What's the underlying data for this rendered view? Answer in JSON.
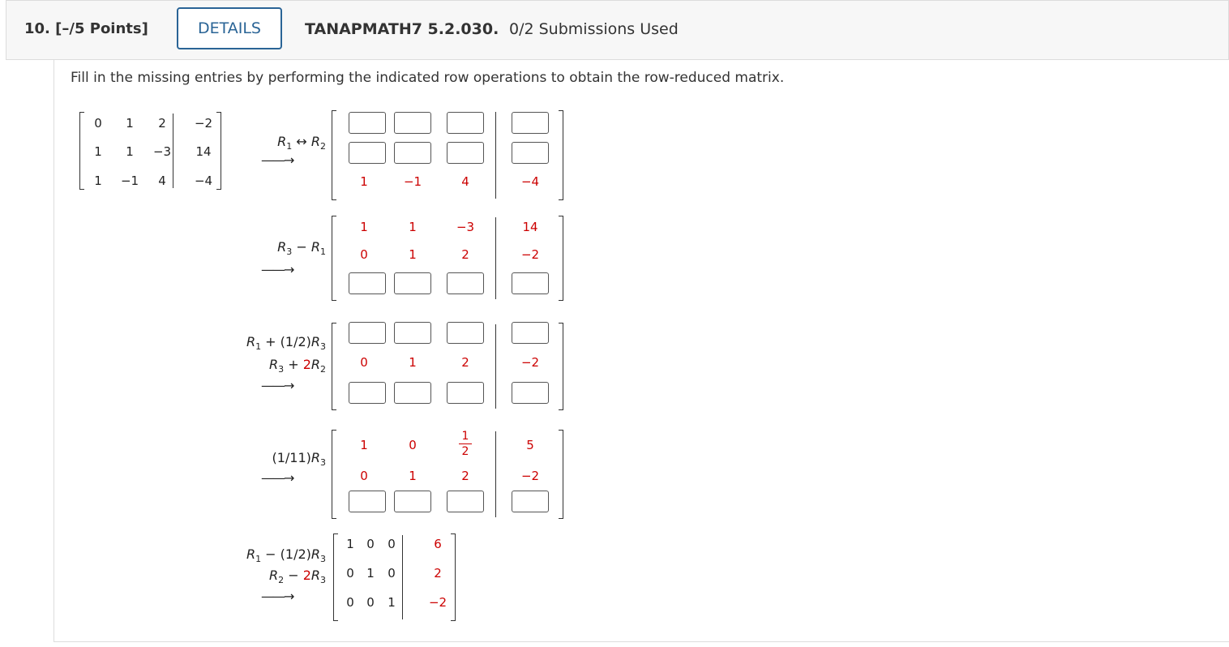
{
  "header": {
    "question_number": "10.  [–/5 Points]",
    "details_label": "DETAILS",
    "problem_code": "TANAPMATH7 5.2.030.",
    "submissions": "0/2 Submissions Used"
  },
  "instructions": "Fill in the missing entries by performing the indicated row operations to obtain the row-reduced matrix.",
  "initial_matrix": {
    "rows": [
      [
        "0",
        "1",
        "2",
        "-2"
      ],
      [
        "1",
        "1",
        "-3",
        "14"
      ],
      [
        "1",
        "-1",
        "4",
        "-4"
      ]
    ]
  },
  "steps": [
    {
      "op_lines": [
        [
          "R",
          "1",
          " ↔ ",
          "R",
          "2"
        ]
      ],
      "matrix": [
        [
          null,
          null,
          null,
          null
        ],
        [
          null,
          null,
          null,
          null
        ],
        [
          "1",
          "-1",
          "4",
          "-4"
        ]
      ]
    },
    {
      "op_lines": [
        [
          "R",
          "3",
          " − ",
          "R",
          "1"
        ]
      ],
      "matrix": [
        [
          "1",
          "1",
          "-3",
          "14"
        ],
        [
          "0",
          "1",
          "2",
          "-2"
        ],
        [
          null,
          null,
          null,
          null
        ]
      ]
    },
    {
      "op_lines": [
        [
          "R",
          "1",
          " + (1/2)",
          "R",
          "3"
        ],
        [
          "R",
          "3",
          " + 2",
          "R",
          "2"
        ]
      ],
      "matrix": [
        [
          null,
          null,
          null,
          null
        ],
        [
          "0",
          "1",
          "2",
          "-2"
        ],
        [
          null,
          null,
          null,
          null
        ]
      ]
    },
    {
      "op_lines": [
        [
          "(1/11)",
          "R",
          "3",
          "",
          ""
        ]
      ],
      "matrix": [
        [
          "1",
          "0",
          "1/2",
          "5"
        ],
        [
          "0",
          "1",
          "2",
          "-2"
        ],
        [
          null,
          null,
          null,
          null
        ]
      ]
    },
    {
      "op_lines": [
        [
          "R",
          "1",
          " − (1/2)",
          "R",
          "3"
        ],
        [
          "R",
          "2",
          " − 2",
          "R",
          "3"
        ]
      ],
      "matrix": [
        [
          "1",
          "0",
          "0",
          "6"
        ],
        [
          "0",
          "1",
          "0",
          "2"
        ],
        [
          "0",
          "0",
          "1",
          "-2"
        ]
      ]
    }
  ],
  "fraction": {
    "num": "1",
    "den": "2"
  },
  "arrow": "⟶",
  "colors": {
    "accent": "#2a6496",
    "given_value": "#cc0000",
    "text": "#333333"
  }
}
